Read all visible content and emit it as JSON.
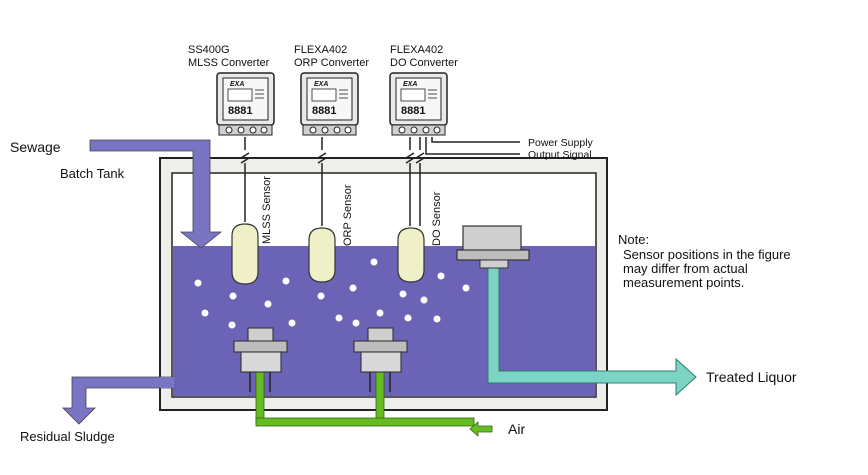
{
  "labels": {
    "sewage": "Sewage",
    "batch_tank": "Batch Tank",
    "residual_sludge": "Residual Sludge",
    "air": "Air",
    "treated_liquor": "Treated Liquor",
    "power_supply": "Power Supply",
    "output_signal": "Output Signal"
  },
  "converters": [
    {
      "model": "SS400G",
      "name": "MLSS Converter",
      "screen_text": "EXA",
      "display": "8881"
    },
    {
      "model": "FLEXA402",
      "name": "ORP Converter",
      "screen_text": "EXA",
      "display": "8881"
    },
    {
      "model": "FLEXA402",
      "name": "DO Converter",
      "screen_text": "EXA",
      "display": "8881"
    }
  ],
  "sensors": [
    {
      "label": "MLSS Sensor"
    },
    {
      "label": "ORP Sensor"
    },
    {
      "label": "DO Sensor"
    }
  ],
  "note": {
    "title": "Note:",
    "lines": [
      "Sensor positions in the figure",
      "may differ from actual",
      "measurement points."
    ]
  },
  "colors": {
    "liquid": "#6b63b5",
    "tank_wall": "#eeeeea",
    "sewage_arrow": "#7a74c4",
    "treated_pipe": "#7dd3c4",
    "air_pipe": "#66bb22",
    "sensor": "#efefc8"
  }
}
